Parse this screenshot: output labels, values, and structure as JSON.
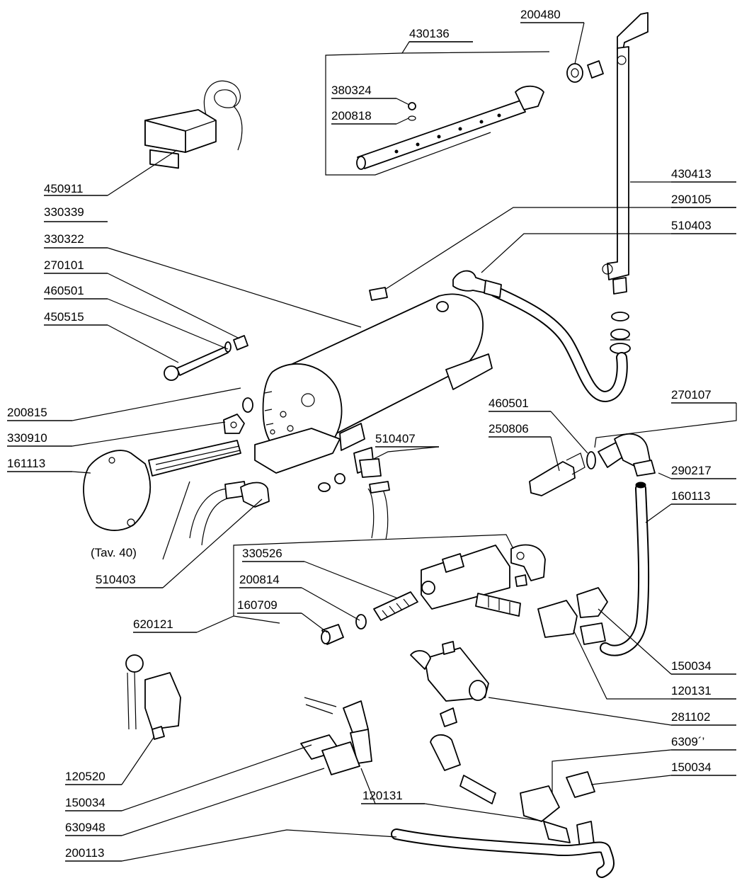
{
  "labels": {
    "p450911": "450911",
    "p330339": "330339",
    "p330322": "330322",
    "p270101": "270101",
    "p460501a": "460501",
    "p450515": "450515",
    "p200815": "200815",
    "p330910": "330910",
    "p161113": "161113",
    "tav40": "(Tav. 40)",
    "p510403a": "510403",
    "p620121": "620121",
    "p120520": "120520",
    "p150034a": "150034",
    "p630948": "630948",
    "p200113": "200113",
    "p120131a": "120131",
    "p430136": "430136",
    "p380324": "380324",
    "p200818": "200818",
    "p200480": "200480",
    "p430413": "430413",
    "p290105": "290105",
    "p510403b": "510403",
    "p510407": "510407",
    "p460501b": "460501",
    "p250806": "250806",
    "p270107": "270107",
    "p290217": "290217",
    "p160113": "160113",
    "p330526": "330526",
    "p200814": "200814",
    "p160709": "160709",
    "p150034b": "150034",
    "p120131b": "120131",
    "p281102": "281102",
    "p630947": "6309´’",
    "p150034c": "150034"
  }
}
